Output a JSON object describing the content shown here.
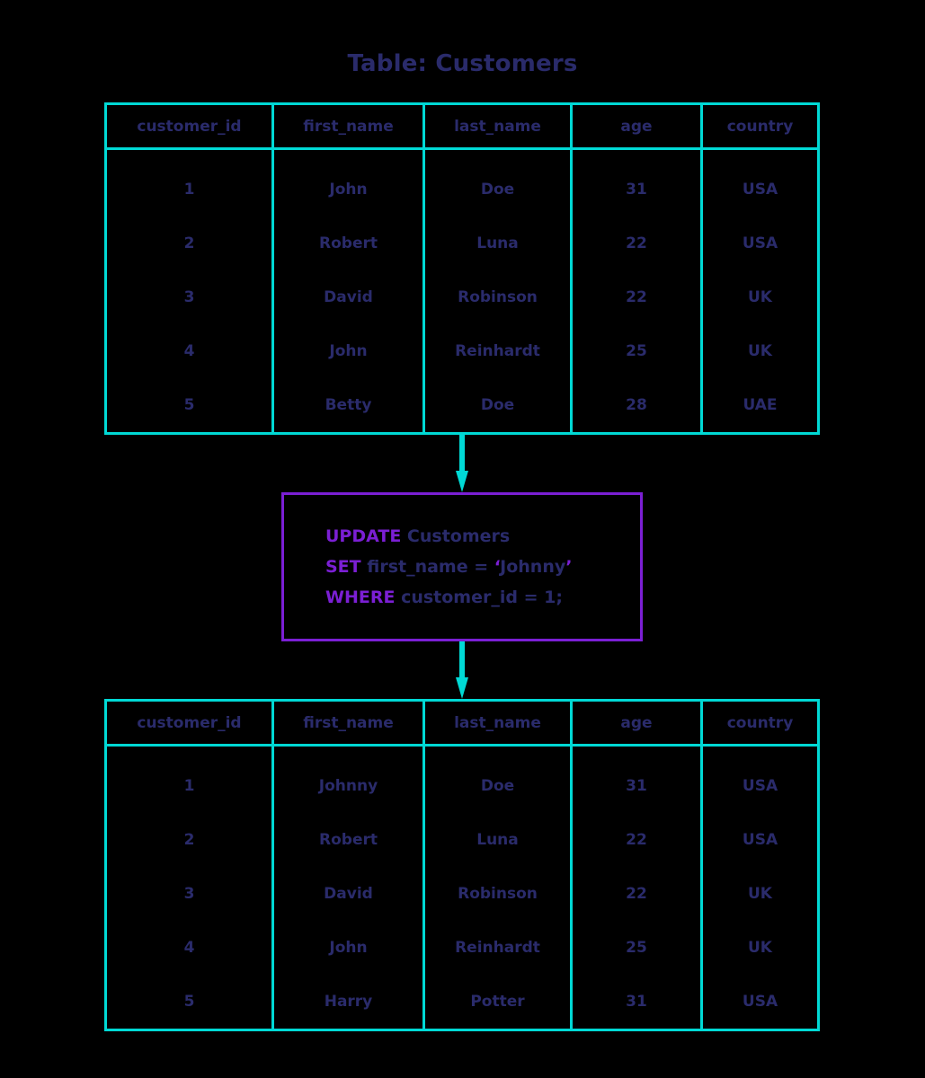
{
  "title": "Table: Customers",
  "colors": {
    "table_border": "#00d9d5",
    "arrow": "#00d9d5",
    "sql_box_border": "#7b1fd4",
    "keyword": "#7b1fd4",
    "text": "#2a2b6b",
    "background": "#000000"
  },
  "table_before": {
    "columns": [
      "customer_id",
      "first_name",
      "last_name",
      "age",
      "country"
    ],
    "rows": [
      [
        "1",
        "John",
        "Doe",
        "31",
        "USA"
      ],
      [
        "2",
        "Robert",
        "Luna",
        "22",
        "USA"
      ],
      [
        "3",
        "David",
        "Robinson",
        "22",
        "UK"
      ],
      [
        "4",
        "John",
        "Reinhardt",
        "25",
        "UK"
      ],
      [
        "5",
        "Betty",
        "Doe",
        "28",
        "UAE"
      ]
    ]
  },
  "table_after": {
    "columns": [
      "customer_id",
      "first_name",
      "last_name",
      "age",
      "country"
    ],
    "rows": [
      [
        "1",
        "Johnny",
        "Doe",
        "31",
        "USA"
      ],
      [
        "2",
        "Robert",
        "Luna",
        "22",
        "USA"
      ],
      [
        "3",
        "David",
        "Robinson",
        "22",
        "UK"
      ],
      [
        "4",
        "John",
        "Reinhardt",
        "25",
        "UK"
      ],
      [
        "5",
        "Harry",
        "Potter",
        "31",
        "USA"
      ]
    ]
  },
  "sql": {
    "line1": {
      "keyword": "UPDATE",
      "rest": " Customers"
    },
    "line2": {
      "keyword": "SET",
      "rest": " first_name = ",
      "open_quote": "‘",
      "value": "Johnny",
      "close_quote": "’"
    },
    "line3": {
      "keyword": "WHERE",
      "rest": " customer_id = 1;"
    }
  },
  "arrows": {
    "top": "arrow-down-icon",
    "bottom": "arrow-down-icon"
  }
}
